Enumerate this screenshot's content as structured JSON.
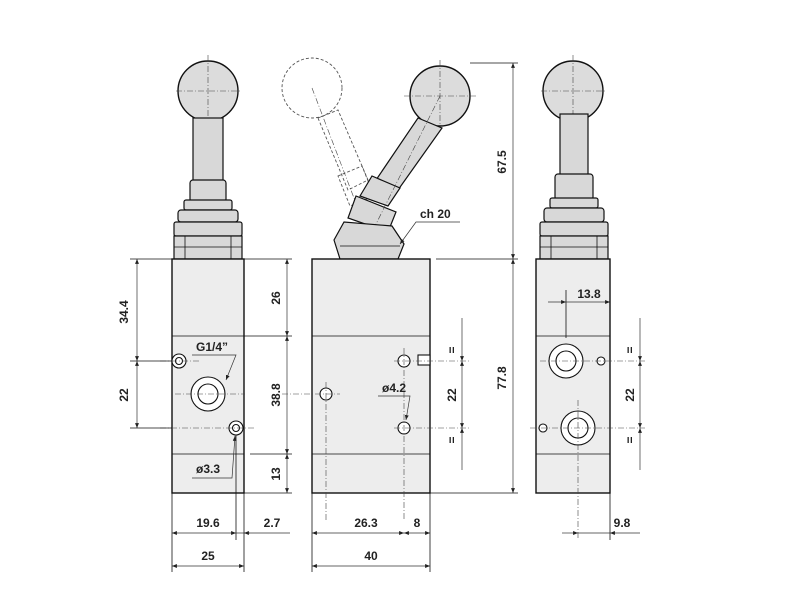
{
  "dimensions": {
    "front": {
      "d34_4": "34.4",
      "d22": "22",
      "d26": "26",
      "d38_8": "38.8",
      "d13": "13",
      "d19_6": "19.6",
      "d2_7": "2.7",
      "d25": "25",
      "thread": "G1/4”",
      "hole": "ø3.3"
    },
    "side": {
      "d67_5": "67.5",
      "d77_8": "77.8",
      "d22": "22",
      "d26_3": "26.3",
      "d8": "8",
      "d40": "40",
      "wrench": "ch 20",
      "hole": "ø4.2",
      "eq": "="
    },
    "right": {
      "d13_8": "13.8",
      "d22": "22",
      "d9_8": "9.8",
      "eq": "="
    }
  }
}
